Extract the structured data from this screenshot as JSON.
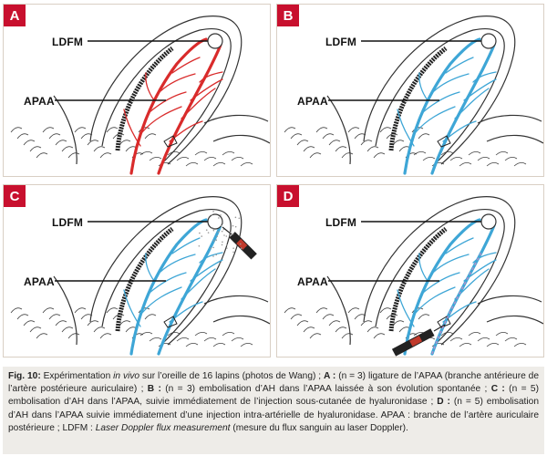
{
  "panels": [
    {
      "letter": "A",
      "ldfm_label": "LDFM",
      "apaa_label": "APAA",
      "vessel_color": "#d92b2b",
      "injection": "none"
    },
    {
      "letter": "B",
      "ldfm_label": "LDFM",
      "apaa_label": "APAA",
      "vessel_color": "#3ea6d6",
      "injection": "none"
    },
    {
      "letter": "C",
      "ldfm_label": "LDFM",
      "apaa_label": "APAA",
      "vessel_color": "#3ea6d6",
      "injection": "subcutaneous"
    },
    {
      "letter": "D",
      "ldfm_label": "LDFM",
      "apaa_label": "APAA",
      "vessel_color": "#3ea6d6",
      "injection": "intra-arterial"
    }
  ],
  "caption": {
    "fig_label": "Fig. 10:",
    "intro_a": " Expérimentation ",
    "intro_italic": "in vivo",
    "intro_b": " sur l’oreille de 16 lapins (photos de Wang) ; ",
    "a_label": "A :",
    "a_text": " (n = 3) ligature de l’APAA (branche antérieure de l’artère postérieure auriculaire) ; ",
    "b_label": "B :",
    "b_text": " (n = 3) embolisation d’AH dans l’APAA laissée à son évolution spontanée ; ",
    "c_label": "C :",
    "c_text": " (n = 5) embolisation d’AH dans l’APAA, suivie immédiatement de l’injection sous-cutanée de hyaluronidase ; ",
    "d_label": "D :",
    "d_text": " (n = 5) embolisation d’AH dans l’APAA suivie immédiatement d’une injection intra-artérielle de hyaluronidase. APAA : branche de l’artère auriculaire postérieure ; LDFM : ",
    "ldfm_italic": "Laser Doppler flux measurement",
    "end_text": " (mesure du flux sanguin au laser Doppler)."
  },
  "colors": {
    "accent": "#c8102e",
    "red_vessel": "#d92b2b",
    "blue_vessel": "#3ea6d6",
    "caption_bg": "#eeece8"
  }
}
